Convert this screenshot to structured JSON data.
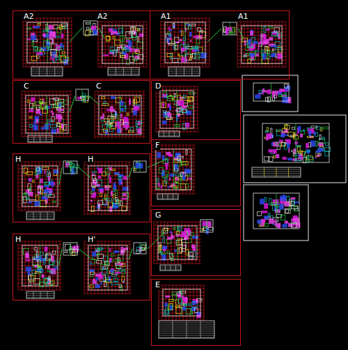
{
  "diagram": {
    "nodes": [
      {
        "text": [
          "A2",
          "A2"
        ]
      },
      {
        "text": [
          "A1",
          "A1"
        ]
      },
      {
        "text": [
          "C",
          "C"
        ]
      },
      {
        "text": [
          "D"
        ]
      },
      {
        "text": [
          "F"
        ]
      },
      {
        "text": [
          "H",
          "H"
        ]
      },
      {
        "text": [
          "H",
          "H'"
        ]
      },
      {
        "text": [
          "G"
        ]
      },
      {
        "text": [
          "E"
        ]
      }
    ]
  }
}
